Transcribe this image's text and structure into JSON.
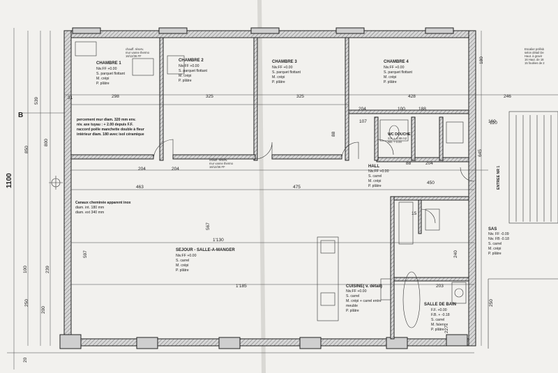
{
  "rooms": {
    "chambre1": {
      "name": "CHAMBRE 1",
      "l1": "Niv.FF +0.00",
      "l2": "S. parquet flottant",
      "l3": "M. crépi",
      "l4": "P. plâtre"
    },
    "chambre2": {
      "name": "CHAMBRE 2",
      "l1": "Niv.FF +0.00",
      "l2": "S. parquet flottant",
      "l3": "M. crépi",
      "l4": "P. plâtre"
    },
    "chambre3": {
      "name": "CHAMBRE 3",
      "l1": "Niv.FF +0.00",
      "l2": "S. parquet flottant",
      "l3": "M. crépi",
      "l4": "P. plâtre"
    },
    "chambre4": {
      "name": "CHAMBRE 4",
      "l1": "Niv.FF +0.00",
      "l2": "S. parquet flottant",
      "l3": "M. crépi",
      "l4": "P. plâtre"
    },
    "sejour": {
      "name": "SEJOUR - SALLE-A-MANGER",
      "l1": "Niv.FF +0.00",
      "l2": "S. carrel",
      "l3": "M. crépi",
      "l4": "P. plâtre"
    },
    "hall": {
      "name": "HALL",
      "l1": "Niv.FF +0.00",
      "l2": "S. carrel",
      "l3": "M. crépi",
      "l4": "P. plâtre"
    },
    "cuisine": {
      "name": "CUISINE( v. détail)",
      "l1": "Niv.FF +0.00",
      "l2": "S. carrel",
      "l3": "M. crépi + carrel entre",
      "l4": "meuble",
      "l5": "P. plâtre"
    },
    "sdb": {
      "name": "SALLE DE BAIN",
      "l1": "F.F. +0.00",
      "l2": "F.B. + -0.18",
      "l3": "S. carrel",
      "l4": "M. faïence",
      "l5": "P. plâtre"
    },
    "sas": {
      "name": "SAS",
      "l1": "Niv. FF -0.09",
      "l2": "Niv. FB -0.18",
      "l3": "S. carrel",
      "l4": "M. crépi",
      "l5": "P. plâtre"
    },
    "wc": {
      "name": "WC DOUCHE",
      "l1": "S.F. + 1.89 m2",
      "l2": "Niv. + 0.00"
    },
    "entree": {
      "name": "ENTREE NR 1"
    }
  },
  "notes": {
    "conduit": [
      "percement mur diam. 320 mm env.",
      "niv. axe tuyau : + 2.00 depuis F.F.",
      "raccord poêle manchette double à fleur",
      "intérieur diam. 180 avec isol céramique"
    ],
    "canaux": [
      "Canaux cheminée apparent inox",
      "diam. int. 180 mm",
      "diam. ext 340 mm"
    ],
    "chauff": [
      "chauff. réserv.",
      "mur vanne thermo",
      "16/12/36 FF"
    ],
    "escalier": [
      "Escalier préfab",
      "selon détail De",
      "Haut. à gravir",
      "16 Haut. de 18",
      "15 foulées de 2"
    ]
  },
  "labels": {
    "axis_b": "B",
    "total_height": "1100"
  },
  "dims": {
    "top": [
      "298",
      "325",
      "325",
      "428",
      "246"
    ],
    "mid": [
      "463",
      "475",
      "450"
    ],
    "sejour_w": "1'130",
    "sejour_w2": "1'185",
    "left": [
      "539",
      "850",
      "800",
      "250",
      "200",
      "100",
      "239",
      "20"
    ],
    "sub": [
      "204",
      "204",
      "88",
      "204",
      "88",
      "204",
      "100",
      "188",
      "107",
      "15",
      "31",
      "160",
      "597",
      "567",
      "203",
      "227",
      "240",
      "250",
      "645",
      "180",
      "120"
    ]
  },
  "colors": {
    "ink": "#222222",
    "paper": "#f2f1ee",
    "wall_fill": "#cfcfcf"
  }
}
